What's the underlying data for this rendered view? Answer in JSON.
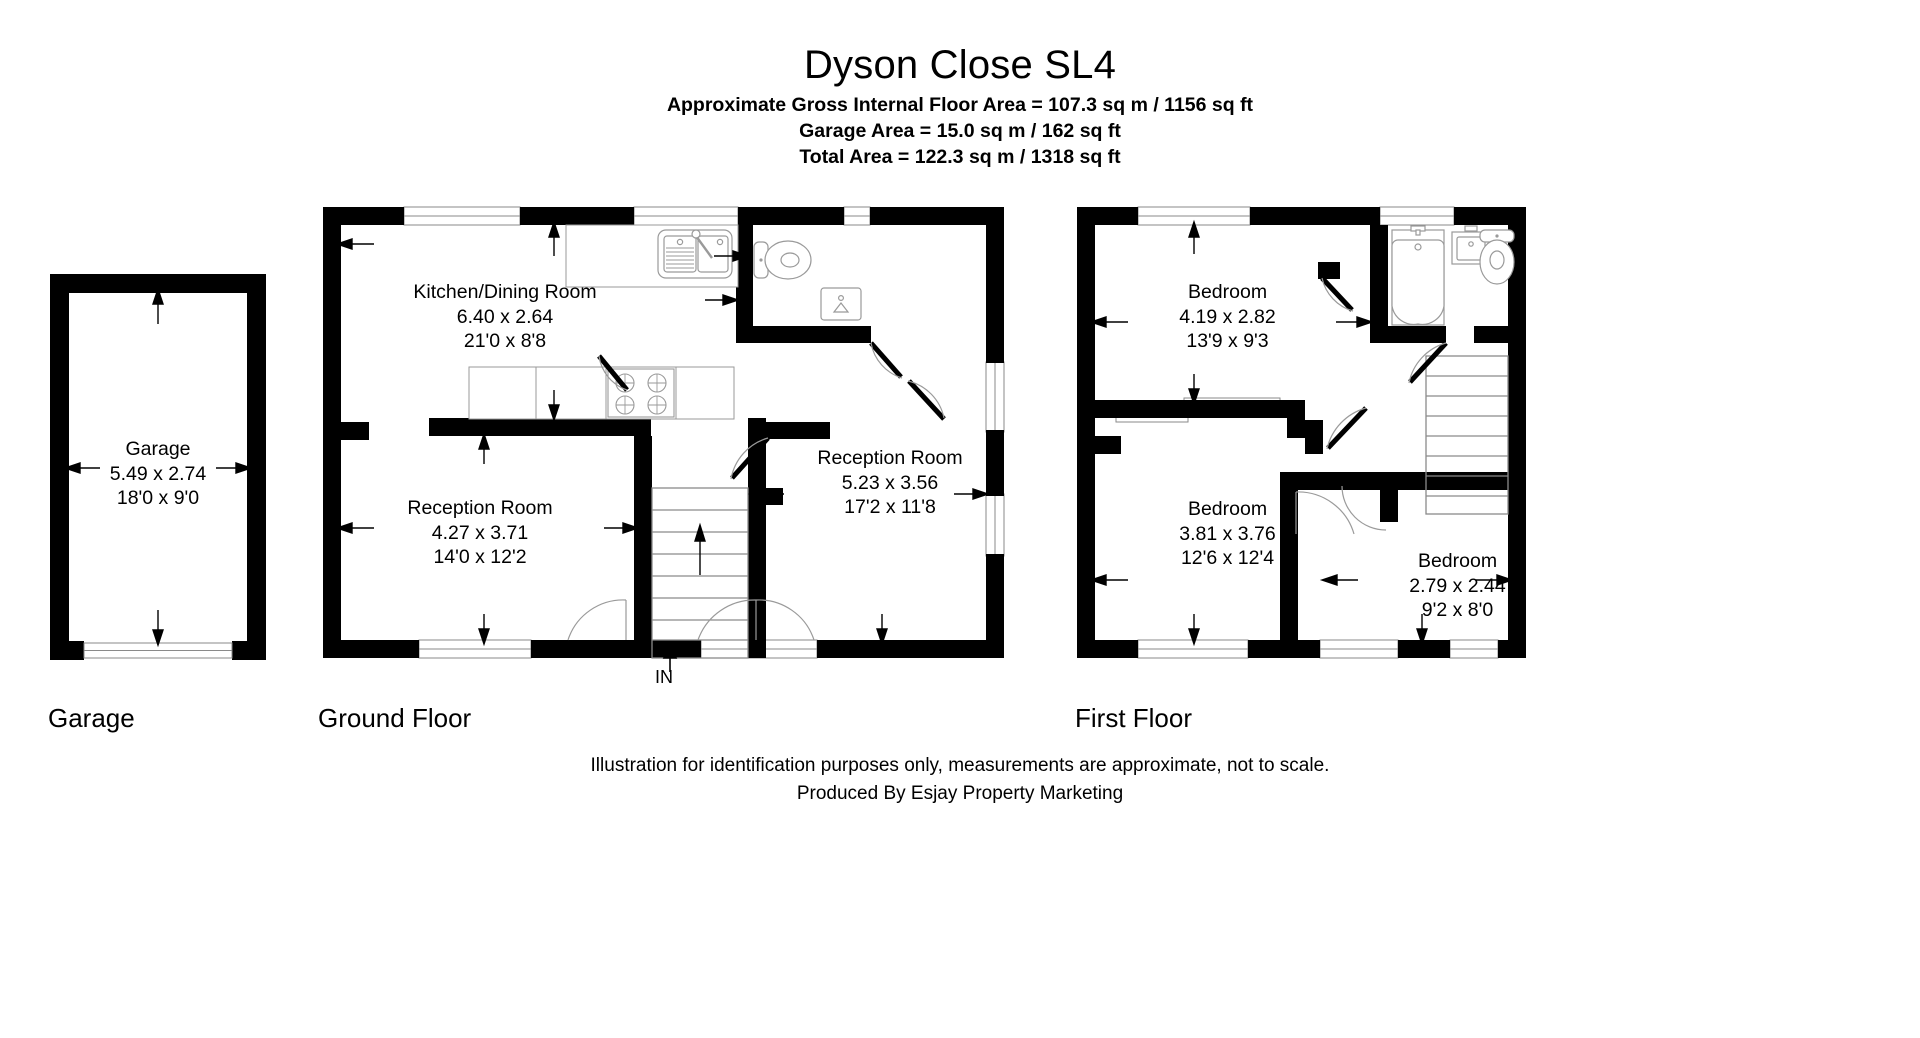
{
  "header": {
    "title": "Dyson Close SL4",
    "line1": "Approximate Gross Internal Floor Area = 107.3 sq m / 1156 sq ft",
    "line2": "Garage Area = 15.0 sq m / 162 sq ft",
    "line3": "Total Area = 122.3 sq m / 1318 sq ft"
  },
  "footer": {
    "line1": "Illustration for identification purposes only, measurements are approximate, not to scale.",
    "line2": "Produced By Esjay Property Marketing"
  },
  "floors": {
    "garage": {
      "caption": "Garage"
    },
    "ground": {
      "caption": "Ground Floor"
    },
    "first": {
      "caption": "First Floor"
    }
  },
  "entrance": {
    "label": "IN"
  },
  "rooms": {
    "garage": {
      "name": "Garage",
      "metric": "5.49 x 2.74",
      "imperial": "18'0 x 9'0"
    },
    "kitchen_dining": {
      "name": "Kitchen/Dining Room",
      "metric": "6.40 x 2.64",
      "imperial": "21'0 x 8'8"
    },
    "reception_left": {
      "name": "Reception Room",
      "metric": "4.27 x 3.71",
      "imperial": "14'0 x 12'2"
    },
    "reception_right": {
      "name": "Reception Room",
      "metric": "5.23 x 3.56",
      "imperial": "17'2 x 11'8"
    },
    "bedroom_1": {
      "name": "Bedroom",
      "metric": "4.19 x 2.82",
      "imperial": "13'9 x 9'3"
    },
    "bedroom_2": {
      "name": "Bedroom",
      "metric": "3.81 x 3.76",
      "imperial": "12'6 x 12'4"
    },
    "bedroom_3": {
      "name": "Bedroom",
      "metric": "2.79 x 2.44",
      "imperial": "9'2 x 8'0"
    }
  },
  "colors": {
    "wall": "#000000",
    "background": "#ffffff",
    "fixture_outline": "#9a9a9a",
    "window_outline": "#7d7d7d"
  }
}
